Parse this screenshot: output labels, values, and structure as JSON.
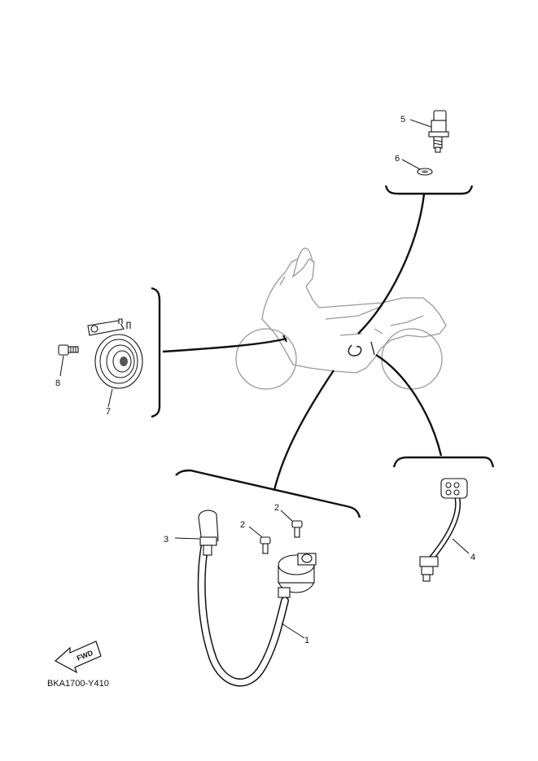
{
  "diagram": {
    "callouts": [
      {
        "id": "1",
        "label": "1"
      },
      {
        "id": "2a",
        "label": "2"
      },
      {
        "id": "2b",
        "label": "2"
      },
      {
        "id": "3",
        "label": "3"
      },
      {
        "id": "4",
        "label": "4"
      },
      {
        "id": "5",
        "label": "5"
      },
      {
        "id": "6",
        "label": "6"
      },
      {
        "id": "7",
        "label": "7"
      },
      {
        "id": "8",
        "label": "8"
      }
    ],
    "fwd_label": "FWD",
    "drawing_code": "BKA1700-Y410"
  }
}
